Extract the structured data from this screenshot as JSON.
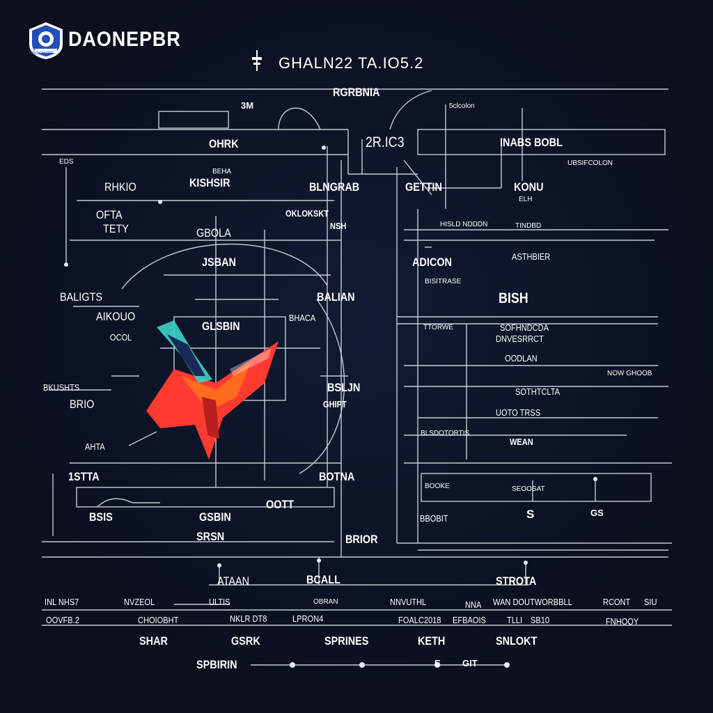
{
  "header": {
    "brand": "DAONEPBR",
    "logo_caption": "RSISOHANC",
    "logo_icon": "gear-icon",
    "title": "GHALN22 TA.IO5.2",
    "title_icon": "pin-icon"
  },
  "labels": {
    "top_center": "RGRBNIA",
    "top_small_1": "3M",
    "top_small_2": "5clcolon",
    "box_left": "OHRK",
    "box_center": "2R.IC3",
    "box_right": "INABS BOBL",
    "r_small_1": "UBSIFCOLON",
    "l_tiny_1": "EDS",
    "l_1": "RHKIO",
    "l_2": "KISHSIR",
    "l_3": "BEHA",
    "l_4": "OFTA",
    "l_5": "TETY",
    "c_1": "BLNGRAB",
    "c_2": "GETTIN",
    "c_3": "KONU",
    "c_4": "ELH",
    "c_5": "OKLOKSKT",
    "c_6": "NSH",
    "c_7": "GBOLA",
    "c_8": "JSBAN",
    "c_9": "ADICON",
    "c_10": "BALIGTS",
    "c_11": "BALIAN",
    "c_12": "AIKOUO",
    "c_13": "BHACA",
    "c_14": "GLSBIN",
    "c_15": "OCOL",
    "c_16": "BKUSHTS",
    "c_17": "BSLJN",
    "c_18": "BRIO",
    "c_19": "GHIPT",
    "c_20": "AHTA",
    "c_21": "1STTA",
    "c_22": "BOTNA",
    "c_23": "OOTT",
    "c_24": "BSIS",
    "c_25": "GSBIN",
    "c_26": "SRSN",
    "c_27": "BRIOR",
    "r_1": "HISLD NDDDN",
    "r_2": "TINDBD",
    "r_3": "ASTHBIER",
    "r_4": "BISH",
    "r_5": "BISITRASE",
    "r_6": "SOFHNDCDA",
    "r_7": "DNVESRRCT",
    "r_8": "OODLAN",
    "r_9": "TTORWE",
    "r_10": "SOTHTCLTA",
    "r_11": "UOTO TRSS",
    "r_12": "BLSDOTORTIS",
    "r_13": "WEAN",
    "r_14": "BOOKE",
    "r_15": "BBOBIT",
    "r_16": "S",
    "r_17": "GS",
    "r_18": "NOW GHOOB",
    "r_19": "SEOOSAT",
    "bottom_1": "ATAAN",
    "bottom_2": "BCALL",
    "bottom_3": "STROTA",
    "row1_a": "INL NHS7",
    "row1_b": "NVZEOL",
    "row1_c": "ULTIS",
    "row1_d": "OBRAN",
    "row1_e": "NNVUTHL",
    "row1_f": "NNA",
    "row1_g": "WAN DOUTWORBBLL",
    "row1_h": "RCONT",
    "row1_i": "SIU",
    "row2_a": "OOVFB.2",
    "row2_b": "CHOIOBHT",
    "row2_c": "NKLR DT8",
    "row2_d": "LPRON4",
    "row2_e": "FOALC2018",
    "row2_f": "EFBAOIS",
    "row2_g": "TLLI",
    "row2_h": "SB10",
    "row2_i": "FNHOOY",
    "footer_1": "SHAR",
    "footer_2": "GSRK",
    "footer_3": "SPRINES",
    "footer_4": "KETH",
    "footer_5": "SNLOKT",
    "footer_6": "SPBIRIN",
    "footer_7": "E",
    "footer_8": "GIT"
  },
  "colors": {
    "background": "#0b0f1e",
    "line": "#e8ecf5",
    "subject_red": "#ff3b2f",
    "subject_teal": "#3ed1c9",
    "logo_blue": "#1f4fb8"
  }
}
